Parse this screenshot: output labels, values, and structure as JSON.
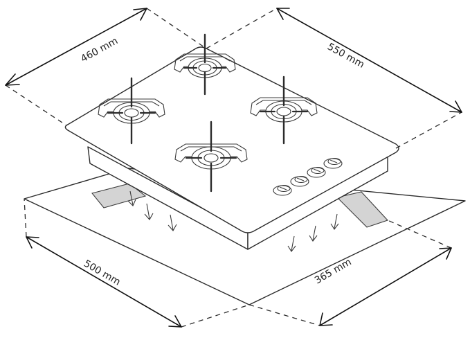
{
  "labels": {
    "top_left_width": "460 mm",
    "top_right_depth": "550 mm",
    "bottom_left_width": "500 mm",
    "bottom_right_depth": "365 mm"
  },
  "burner_count": 4,
  "knob_count": 4
}
